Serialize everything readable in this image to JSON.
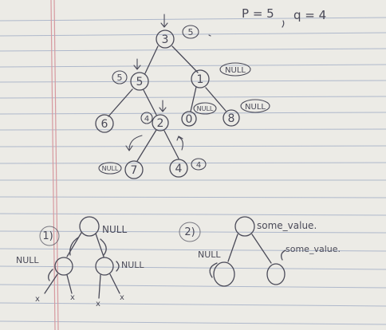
{
  "header": {
    "p_label": "P = 5",
    "q_label": "q = 4"
  },
  "tree": {
    "root": "3",
    "root_tag": "5",
    "left": "5",
    "left_tag": "5",
    "right": "1",
    "right_tag": "NULL",
    "left_left": "6",
    "left_right": "2",
    "left_right_tag": "4",
    "right_left": "0",
    "right_left_tag": "NULL",
    "right_right": "8",
    "right_right_tag": "NULL",
    "lr_left": "7",
    "lr_left_tag": "NULL",
    "lr_right": "4",
    "lr_right_tag": "4"
  },
  "case1": {
    "label": "1)",
    "root_tag": "NULL",
    "left_tag": "NULL",
    "right_tag": "NULL",
    "leaf_marks": [
      "x",
      "x",
      "x",
      "x"
    ]
  },
  "case2": {
    "label": "2)",
    "root_tag": "some_value.",
    "left_tag": "NULL",
    "right_tag": "some_value."
  },
  "colors": {
    "ink": "#4a4a58",
    "paper": "#ecebe6",
    "rule": "#9aa7c2",
    "margin": "#d79aa0"
  }
}
